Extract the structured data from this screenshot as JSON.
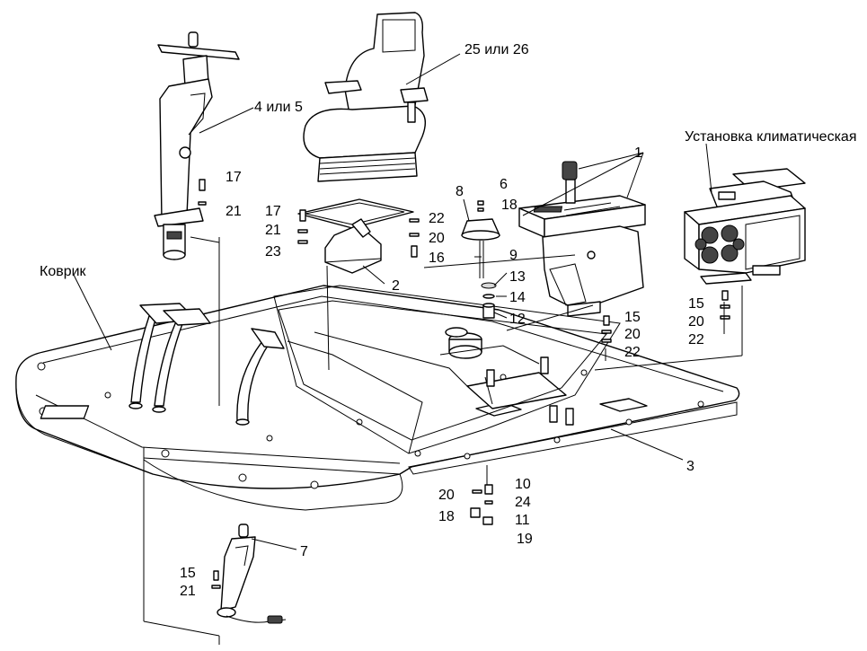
{
  "labels": {
    "seat": "25 или 26",
    "steering_column": "4 или 5",
    "climate_unit": "Установка климатическая",
    "mat": "Коврик",
    "p1": "1",
    "p2": "2",
    "p3": "3",
    "p6": "6",
    "p7": "7",
    "p8": "8",
    "p9": "9",
    "p10": "10",
    "p11": "11",
    "p12": "12",
    "p13": "13",
    "p14": "14",
    "p15_console": "15",
    "p15_climate": "15",
    "p15_lever": "15",
    "p16": "16",
    "p17_column": "17",
    "p17_seat": "17",
    "p18_top": "18",
    "p18_bottom": "18",
    "p19": "19",
    "p20_seat": "20",
    "p20_console": "20",
    "p20_climate": "20",
    "p20_bottom": "20",
    "p21_column": "21",
    "p21_seat": "21",
    "p21_lever": "21",
    "p22_seat": "22",
    "p22_console": "22",
    "p22_climate": "22",
    "p23": "23",
    "p24": "24"
  },
  "colors": {
    "ink": "#000000",
    "background": "#ffffff",
    "shade": "#d9d9d9"
  }
}
